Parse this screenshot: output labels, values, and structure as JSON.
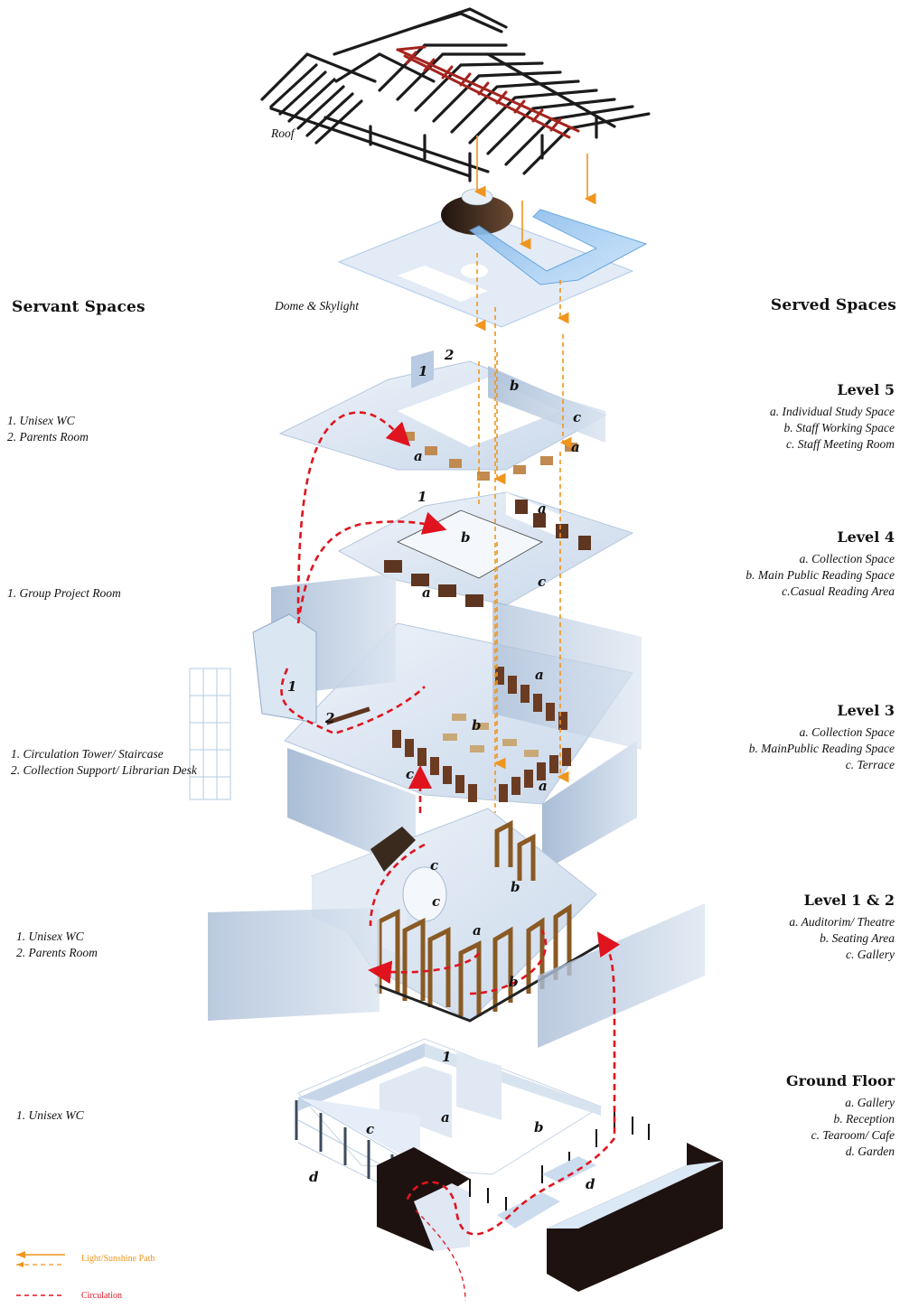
{
  "layers": {
    "roof": "Roof",
    "dome_skylight": "Dome & Skylight"
  },
  "servant": {
    "heading": "Servant Spaces",
    "groups": [
      {
        "level": "Level 5",
        "items": [
          "1. Unisex WC",
          "2. Parents Room"
        ]
      },
      {
        "level": "Level 4",
        "items": [
          "1. Group Project Room"
        ]
      },
      {
        "level": "Level 3",
        "items": [
          "1. Circulation Tower/ Staircase",
          "2. Collection Support/ Librarian Desk"
        ]
      },
      {
        "level": "Level 1 & 2",
        "items": [
          "1. Unisex WC",
          "2. Parents Room"
        ]
      },
      {
        "level": "Ground Floor",
        "items": [
          "1. Unisex WC"
        ]
      }
    ]
  },
  "served": {
    "heading": "Served Spaces",
    "levels": [
      {
        "title": "Level 5",
        "items": [
          "a. Individual Study Space",
          "b. Staff Working Space",
          "c. Staff Meeting Room"
        ]
      },
      {
        "title": "Level 4",
        "items": [
          "a. Collection Space",
          "b. Main Public Reading Space",
          "c.Casual Reading Area"
        ]
      },
      {
        "title": "Level 3",
        "items": [
          "a. Collection Space",
          "b. MainPublic Reading Space",
          "c. Terrace"
        ]
      },
      {
        "title": "Level 1 & 2",
        "items": [
          "a. Auditorim/ Theatre",
          "b. Seating Area",
          "c. Gallery"
        ]
      },
      {
        "title": "Ground Floor",
        "items": [
          "a. Gallery",
          "b. Reception",
          "c. Tearoom/ Cafe",
          "d. Garden"
        ]
      }
    ]
  },
  "diagram_tags": {
    "l5": [
      "1",
      "2",
      "b",
      "c",
      "a",
      "a"
    ],
    "l4": [
      "1",
      "a",
      "b",
      "a",
      "c"
    ],
    "l3": [
      "1",
      "2",
      "a",
      "b",
      "c",
      "a"
    ],
    "l12": [
      "c",
      "c",
      "b",
      "a",
      "b"
    ],
    "gf": [
      "1",
      "a",
      "b",
      "c",
      "d",
      "d"
    ]
  },
  "legend": {
    "light": "Light/Sunshine Path",
    "circulation": "Circulation"
  },
  "colors": {
    "light_path": "#f0951e",
    "circulation": "#e0141e",
    "structure_red": "#a5241e",
    "floor": "#dfe8f4",
    "wall": "#bccde3",
    "bookshelf": "#5e3520",
    "dark_wall": "#1e1210"
  }
}
